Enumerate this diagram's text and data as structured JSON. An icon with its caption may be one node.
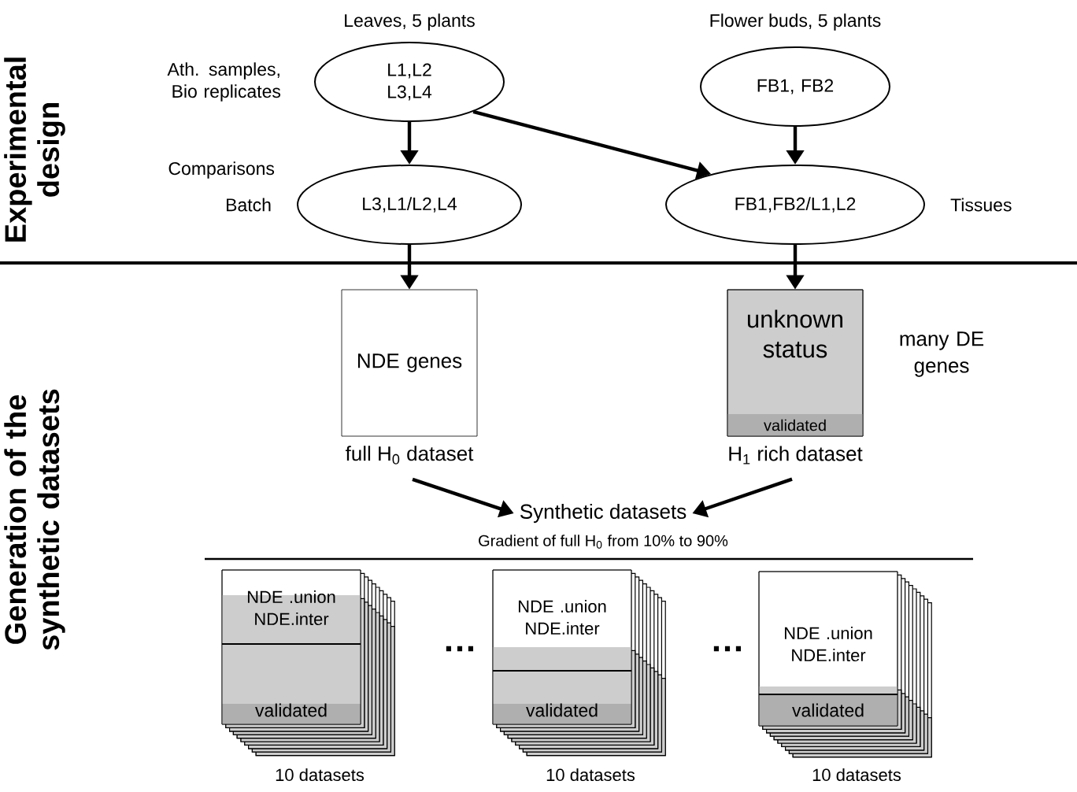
{
  "diagram": {
    "nodes": [
      {
        "text": [
          "Leaves, 5 plants",
          "L1,L2 L3,L4"
        ]
      },
      {
        "text": [
          "Flower buds, 5 plants",
          "FB1, FB2"
        ]
      },
      {
        "text": [
          "L3,L1/L2,L4"
        ],
        "beside": [
          "Batch"
        ]
      },
      {
        "text": [
          "FB1,FB2/L1,L2"
        ],
        "beside": [
          "Tissues"
        ]
      },
      {
        "text": [
          "NDE genes"
        ],
        "beside": [
          "full H$_{0}$ dataset"
        ]
      },
      {
        "text": [
          "unknown status",
          "validated"
        ],
        "beside": [
          "many DE genes",
          "H$_{1}$ rich dataset"
        ]
      },
      {
        "text": [
          "Synthetic datasets"
        ]
      },
      {
        "text": [
          "NDE .union NDE.inter",
          "validated"
        ],
        "beside": [
          "10 datasets"
        ]
      },
      {
        "text": [
          "NDE .union NDE.inter",
          "validated"
        ],
        "beside": [
          "10 datasets"
        ]
      },
      {
        "text": [
          "NDE .union NDE.inter",
          "validated"
        ],
        "beside": [
          "10 datasets"
        ]
      }
    ],
    "edges": [
      {
        "from": 0,
        "to": 2,
        "arrow": "to"
      },
      {
        "from": 0,
        "to": 3,
        "arrow": "to"
      },
      {
        "from": 1,
        "to": 3,
        "arrow": "to"
      },
      {
        "from": 2,
        "to": 4,
        "arrow": "to"
      },
      {
        "from": 3,
        "to": 5,
        "arrow": "to"
      },
      {
        "from": 4,
        "to": 6,
        "arrow": "to"
      },
      {
        "from": 5,
        "to": 6,
        "arrow": "to"
      }
    ],
    "labels": [
      "Experimental design",
      "Ath. samples, Bio replicates",
      "Comparisons",
      "Generation of the synthetic datasets",
      "Gradient of full H$_{0}$ from 10% to 90%",
      "…",
      "…"
    ]
  }
}
